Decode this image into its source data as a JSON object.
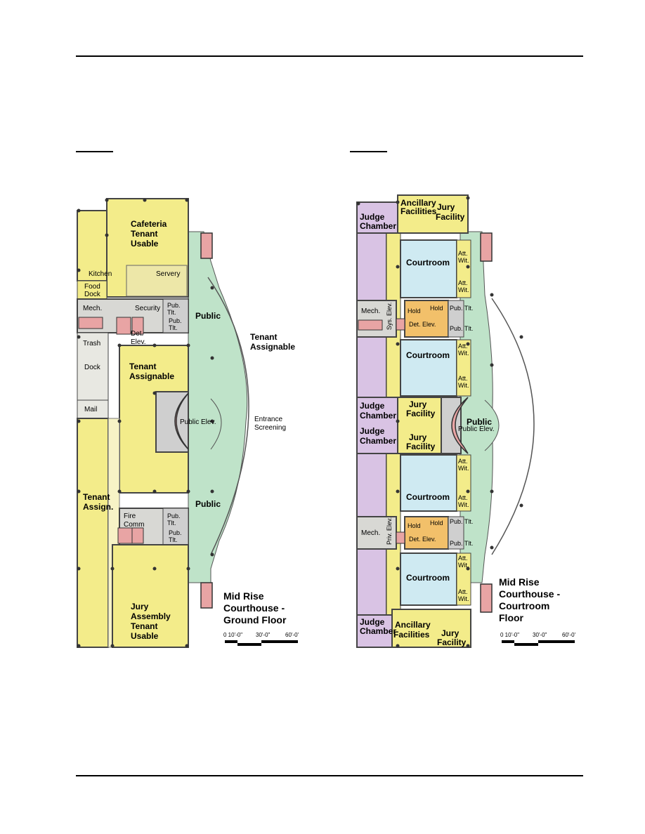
{
  "colors": {
    "tenant": "#f3ec8a",
    "public": "#bfe3c9",
    "service": "#d8d8d4",
    "courtroom": "#cfeaf2",
    "chambers": "#d9c3e4",
    "holding": "#f2c06a",
    "elevator": "#e8a4a4",
    "wall": "#444444"
  },
  "ground_floor": {
    "caption": [
      "Mid Rise",
      "Courthouse -",
      "Ground Floor"
    ],
    "labels": {
      "cafeteria": [
        "Cafeteria",
        "Tenant",
        "Usable"
      ],
      "kitchen": "Kitchen",
      "servery": "Servery",
      "food_dock": [
        "Food",
        "Dock"
      ],
      "mech": "Mech.",
      "security": "Security",
      "pub_tlt_1a": [
        "Pub.",
        "Tlt."
      ],
      "pub_tlt_1b": [
        "Pub.",
        "Tlt."
      ],
      "det_elev": [
        "Det.",
        "Elev."
      ],
      "trash": "Trash",
      "dock": "Dock",
      "mail": "Mail",
      "public_upper": "Public",
      "tenant_assignable_ext": [
        "Tenant",
        "Assignable"
      ],
      "tenant_assignable": [
        "Tenant",
        "Assignable"
      ],
      "public_elev": "Public Elev.",
      "entrance": [
        "Entrance",
        "Screening"
      ],
      "tenant_assign": [
        "Tenant",
        "Assign."
      ],
      "public_lower": "Public",
      "fire_comm": [
        "Fire",
        "Comm"
      ],
      "pub_tlt_2a": [
        "Pub.",
        "Tlt."
      ],
      "pub_tlt_2b": [
        "Pub.",
        "Tlt."
      ],
      "jury_assembly": [
        "Jury",
        "Assembly",
        "Tenant",
        "Usable"
      ]
    },
    "scale": [
      "0 10'-0\"",
      "30'-0\"",
      "60'-0'"
    ]
  },
  "courtroom_floor": {
    "caption": [
      "Mid Rise",
      "Courthouse -",
      "Courtroom",
      "Floor"
    ],
    "labels": {
      "ancillary_top": [
        "Ancillary",
        "Facilities"
      ],
      "jury_top": [
        "Jury",
        "Facility"
      ],
      "judge_chamber_1": [
        "Judge",
        "Chamber"
      ],
      "courtroom_1": "Courtroom",
      "att_wit_1": [
        "Att.",
        "Wit."
      ],
      "att_wit_2": [
        "Att.",
        "Wit."
      ],
      "mech_1": "Mech.",
      "sys_elev": "Sys. Elev.",
      "hold_1a": "Hold",
      "hold_1b": "Hold",
      "det_elev_1": "Det. Elev.",
      "pub_tlt_1a": "Pub. Tlt.",
      "pub_tlt_1b": "Pub. Tlt.",
      "courtroom_2": "Courtroom",
      "att_wit_3": [
        "Att.",
        "Wit."
      ],
      "att_wit_4": [
        "Att.",
        "Wit."
      ],
      "judge_chamber_2": [
        "Judge",
        "Chamber"
      ],
      "jury_mid_1": [
        "Jury",
        "Facility"
      ],
      "judge_chamber_3": [
        "Judge",
        "Chamber"
      ],
      "jury_mid_2": [
        "Jury",
        "Facility"
      ],
      "public": "Public",
      "public_elev": "Public Elev.",
      "courtroom_3": "Courtroom",
      "att_wit_5": [
        "Att.",
        "Wit."
      ],
      "att_wit_6": [
        "Att.",
        "Wit."
      ],
      "mech_2": "Mech.",
      "priv_elev": "Priv. Elev.",
      "hold_2a": "Hold",
      "hold_2b": "Hold",
      "det_elev_2": "Det. Elev.",
      "pub_tlt_2a": "Pub. Tlt.",
      "pub_tlt_2b": "Pub. Tlt.",
      "courtroom_4": "Courtroom",
      "att_wit_7": [
        "Att.",
        "Wit."
      ],
      "att_wit_8": [
        "Att.",
        "Wit."
      ],
      "judge_chamber_4": [
        "Judge",
        "Chamber"
      ],
      "ancillary_bottom": [
        "Ancillary",
        "Facilities"
      ],
      "jury_bottom": [
        "Jury",
        "Facility"
      ]
    },
    "scale": [
      "0 10'-0\"",
      "30'-0\"",
      "60'-0'"
    ]
  }
}
